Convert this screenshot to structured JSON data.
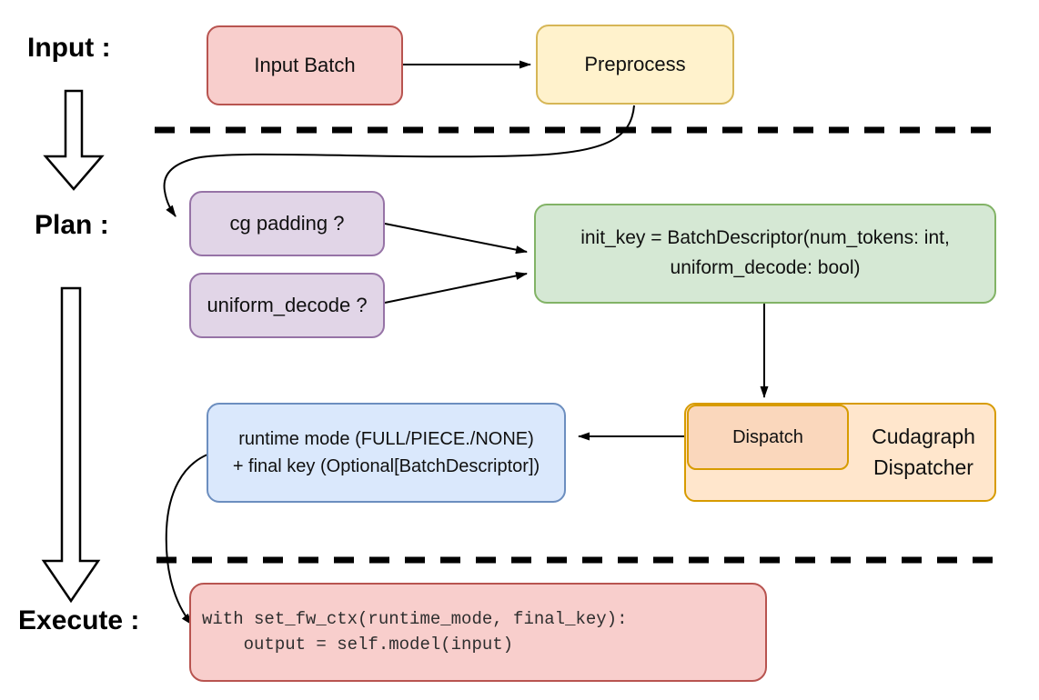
{
  "stage_labels": {
    "input": "Input :",
    "plan": "Plan :",
    "execute": "Execute :"
  },
  "nodes": {
    "input_batch": {
      "label": "Input Batch"
    },
    "preprocess": {
      "label": "Preprocess"
    },
    "cg_padding": {
      "label": "cg padding ?"
    },
    "uniform_decode": {
      "label": "uniform_decode ?"
    },
    "init_key": {
      "line1": "init_key = BatchDescriptor(num_tokens: int,",
      "line2": "uniform_decode: bool)"
    },
    "dispatch": {
      "label": "Dispatch"
    },
    "cudagraph_dispatcher": {
      "line1": "Cudagraph",
      "line2": "Dispatcher"
    },
    "runtime_mode": {
      "line1": "runtime mode (FULL/PIECE./NONE)",
      "line2": "+ final key (Optional[BatchDescriptor])"
    },
    "execute_code": {
      "line1": "with set_fw_ctx(runtime_mode, final_key):",
      "line2": "    output = self.model(input)"
    }
  },
  "colors": {
    "red_fill": "#F8CECC",
    "red_stroke": "#B85450",
    "yellow_fill": "#FFF2CC",
    "yellow_stroke": "#D6B656",
    "purple_fill": "#E1D5E7",
    "purple_stroke": "#9673A6",
    "green_fill": "#D5E8D4",
    "green_stroke": "#82B366",
    "blue_fill": "#DAE8FC",
    "blue_stroke": "#6C8EBF",
    "orange_fill": "#FFE6CC",
    "orange_inner_fill": "#FAD7BC",
    "orange_stroke": "#D79B00",
    "line": "#000000"
  }
}
